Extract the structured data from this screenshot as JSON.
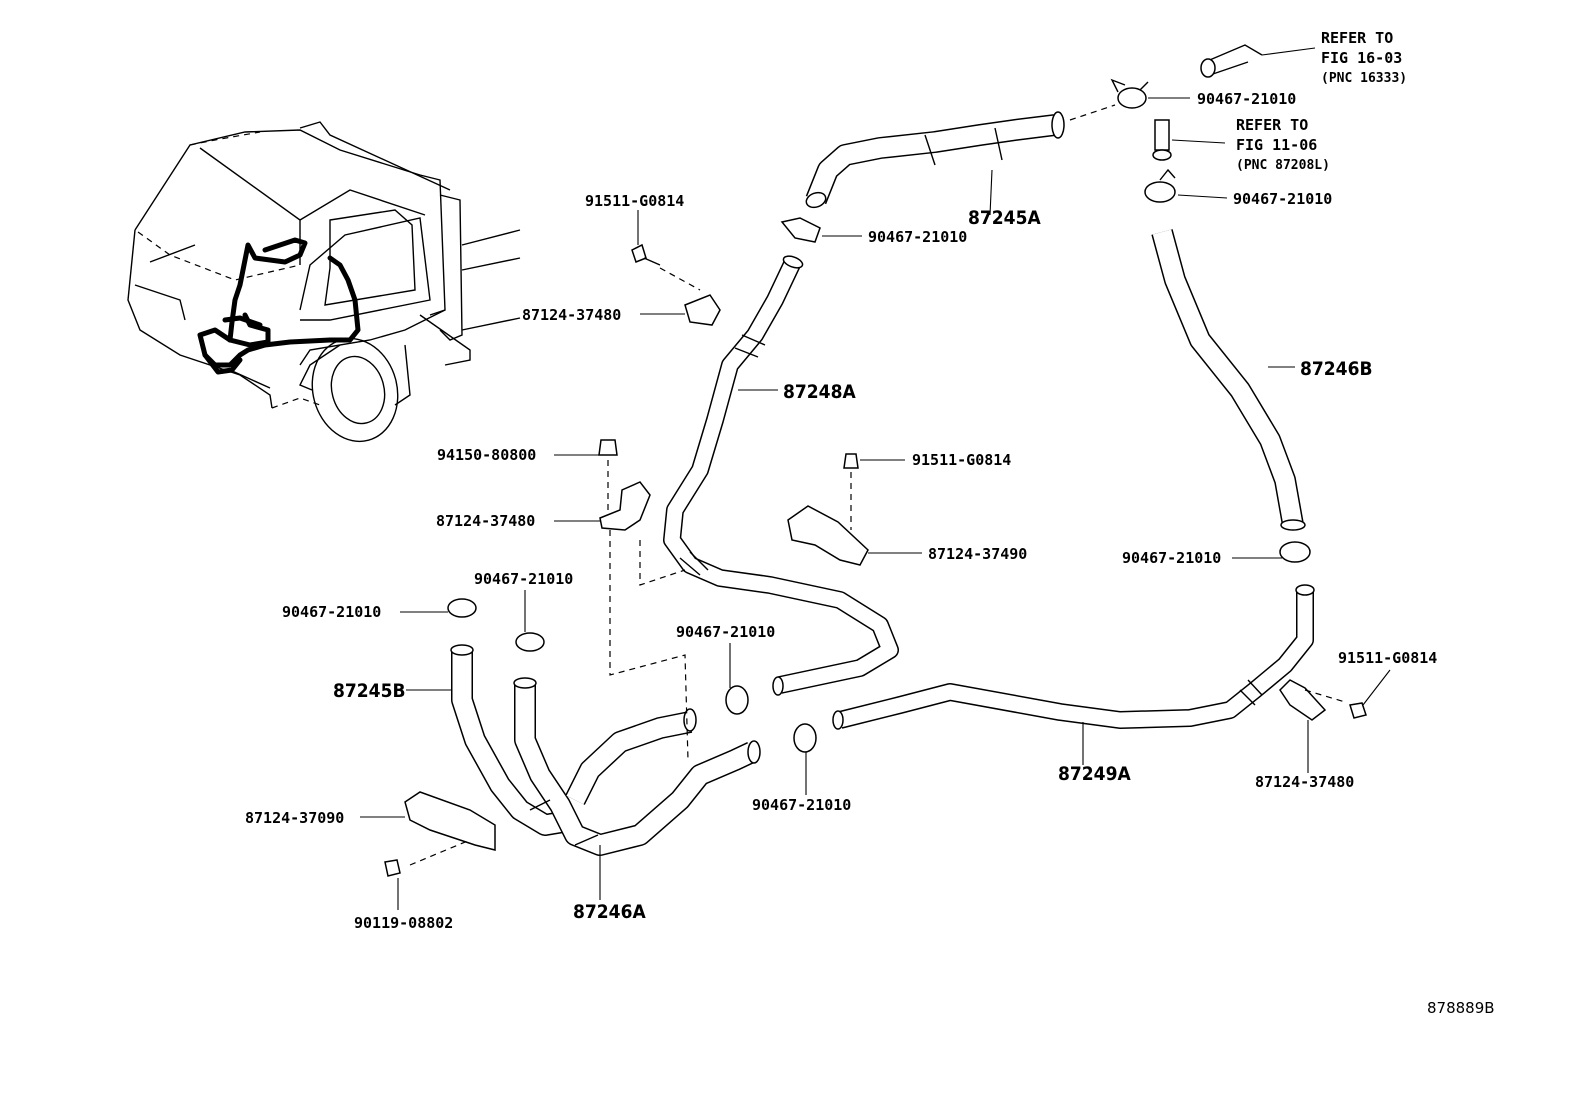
{
  "figure_id": "878889B",
  "references": [
    {
      "line1": "REFER TO",
      "line2": "FIG 16-03",
      "line3": "(PNC 16333)"
    },
    {
      "line1": "REFER TO",
      "line2": "FIG 11-06",
      "line3": "(PNC 87208L)"
    }
  ],
  "pnc_labels": [
    "87245A",
    "87248A",
    "87246B",
    "87245B",
    "87246A",
    "87249A"
  ],
  "part_labels": [
    "90467-21010",
    "90467-21010",
    "90467-21010",
    "91511-G0814",
    "87124-37480",
    "94150-80800",
    "87124-37480",
    "91511-G0814",
    "87124-37490",
    "90467-21010",
    "90467-21010",
    "90467-21010",
    "90467-21010",
    "91511-G0814",
    "87124-37480",
    "90467-21010",
    "87124-37090",
    "90119-08802"
  ]
}
